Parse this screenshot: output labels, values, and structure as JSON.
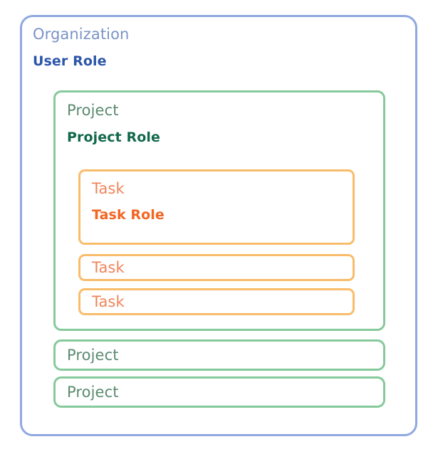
{
  "organization": {
    "label": "Organization",
    "role": "User Role",
    "border_color": "#8fa8e0",
    "label_color": "#7a93c7",
    "role_color": "#2b55a8"
  },
  "project": {
    "border_color": "#86c99a",
    "label_color": "#5a8a70",
    "role_color": "#11684a",
    "items": [
      {
        "label": "Project",
        "role": "Project Role",
        "expanded": true
      },
      {
        "label": "Project",
        "expanded": false
      },
      {
        "label": "Project",
        "expanded": false
      }
    ]
  },
  "task": {
    "border_color": "#f9bc6a",
    "label_color": "#f0845a",
    "role_color": "#f26522",
    "items": [
      {
        "label": "Task",
        "role": "Task Role",
        "expanded": true
      },
      {
        "label": "Task",
        "expanded": false
      },
      {
        "label": "Task",
        "expanded": false
      }
    ]
  }
}
